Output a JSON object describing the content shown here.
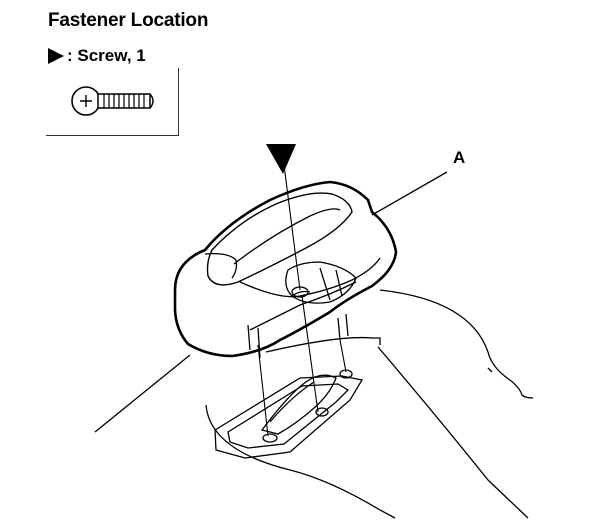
{
  "header": {
    "title": "Fastener Location"
  },
  "legend": {
    "symbol_icon": "filled-triangle-right-icon",
    "text": ": Screw, 1"
  },
  "callouts": {
    "a_label": "A"
  },
  "colors": {
    "line": "#000000",
    "background": "#ffffff"
  }
}
